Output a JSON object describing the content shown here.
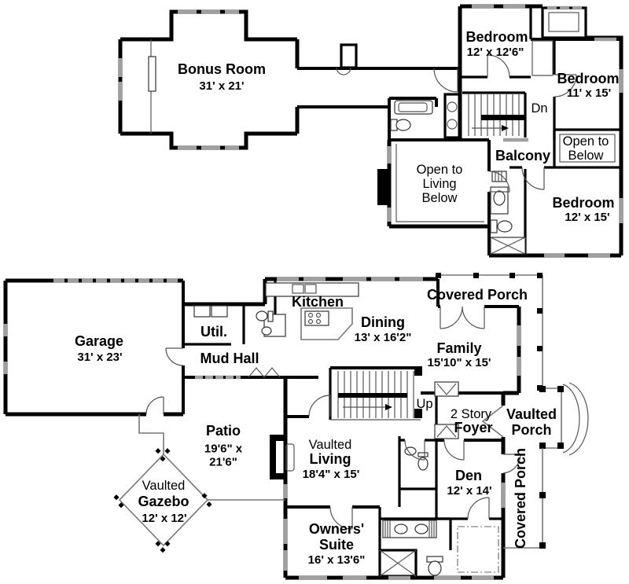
{
  "colors": {
    "background": "#ffffff",
    "wall": "#000000",
    "window": "#9f9f9f",
    "thin_line": "#555555",
    "text": "#000000"
  },
  "upper": {
    "bonus": {
      "name": "Bonus Room",
      "dims": "31' x 21'"
    },
    "bedroom_a": {
      "name": "Bedroom",
      "dims": "12' x 12'6\""
    },
    "bedroom_b": {
      "name": "Bedroom",
      "dims": "11' x 15'"
    },
    "bedroom_c": {
      "name": "Bedroom",
      "dims": "12' x 15'"
    },
    "balcony": {
      "name": "Balcony"
    },
    "open_to_below": {
      "name": "Open to Below"
    },
    "open_to_living": {
      "name": "Open to Living Below"
    },
    "stairs_down": {
      "label": "Dn"
    }
  },
  "main": {
    "garage": {
      "name": "Garage",
      "dims": "31' x 23'"
    },
    "util": {
      "name": "Util."
    },
    "mud_hall": {
      "name": "Mud Hall"
    },
    "kitchen": {
      "name": "Kitchen"
    },
    "dining": {
      "name": "Dining",
      "dims": "13' x 16'2\""
    },
    "covered_porch_top": {
      "name": "Covered Porch"
    },
    "family": {
      "name": "Family",
      "dims": "15'10\" x 15'"
    },
    "stairs_up": {
      "label": "Up"
    },
    "foyer": {
      "qualifier": "2 Story",
      "name": "Foyer"
    },
    "vaulted_porch": {
      "name": "Vaulted Porch"
    },
    "patio": {
      "name": "Patio",
      "dims": "19'6\" x 21'6\""
    },
    "living": {
      "qualifier": "Vaulted",
      "name": "Living",
      "dims": "18'4\" x 15'"
    },
    "den": {
      "name": "Den",
      "dims": "12' x 14'"
    },
    "gazebo": {
      "qualifier": "Vaulted",
      "name": "Gazebo",
      "dims": "12' x 12'"
    },
    "owners_suite": {
      "name": "Owners' Suite",
      "dims": "16' x 13'6\""
    },
    "covered_porch_right": {
      "name": "Covered Porch"
    }
  }
}
